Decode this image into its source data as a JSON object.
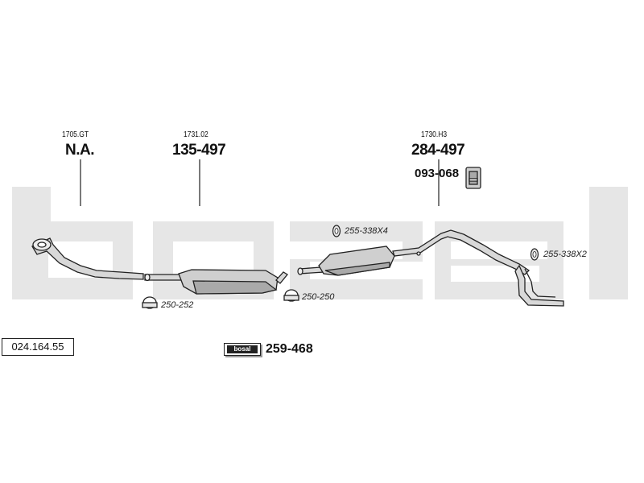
{
  "diagram_number": "024.164.55",
  "watermark_text": "bosal",
  "colors": {
    "watermark": "#e6e6e6",
    "line": "#222222",
    "part_fill": "#d4d4d4",
    "part_shade": "#a9a9a9"
  },
  "sections": [
    {
      "code": "1705.GT",
      "part_number": "N.A."
    },
    {
      "code": "1731.02",
      "part_number": "135-497"
    },
    {
      "code": "1730.H3",
      "part_number": "284-497"
    }
  ],
  "hanger": {
    "part_number": "093-068",
    "icon": "rubber-hanger-icon"
  },
  "accessories": [
    {
      "ref": "255-338X4",
      "icon": "rubber-ring-icon"
    },
    {
      "ref": "255-338X2",
      "icon": "rubber-ring-icon"
    },
    {
      "ref": "250-252",
      "icon": "pipe-clamp-icon"
    },
    {
      "ref": "250-250",
      "icon": "pipe-clamp-icon"
    }
  ],
  "mounting_kit": {
    "badge_text": "bosal",
    "part_number": "259-468"
  }
}
